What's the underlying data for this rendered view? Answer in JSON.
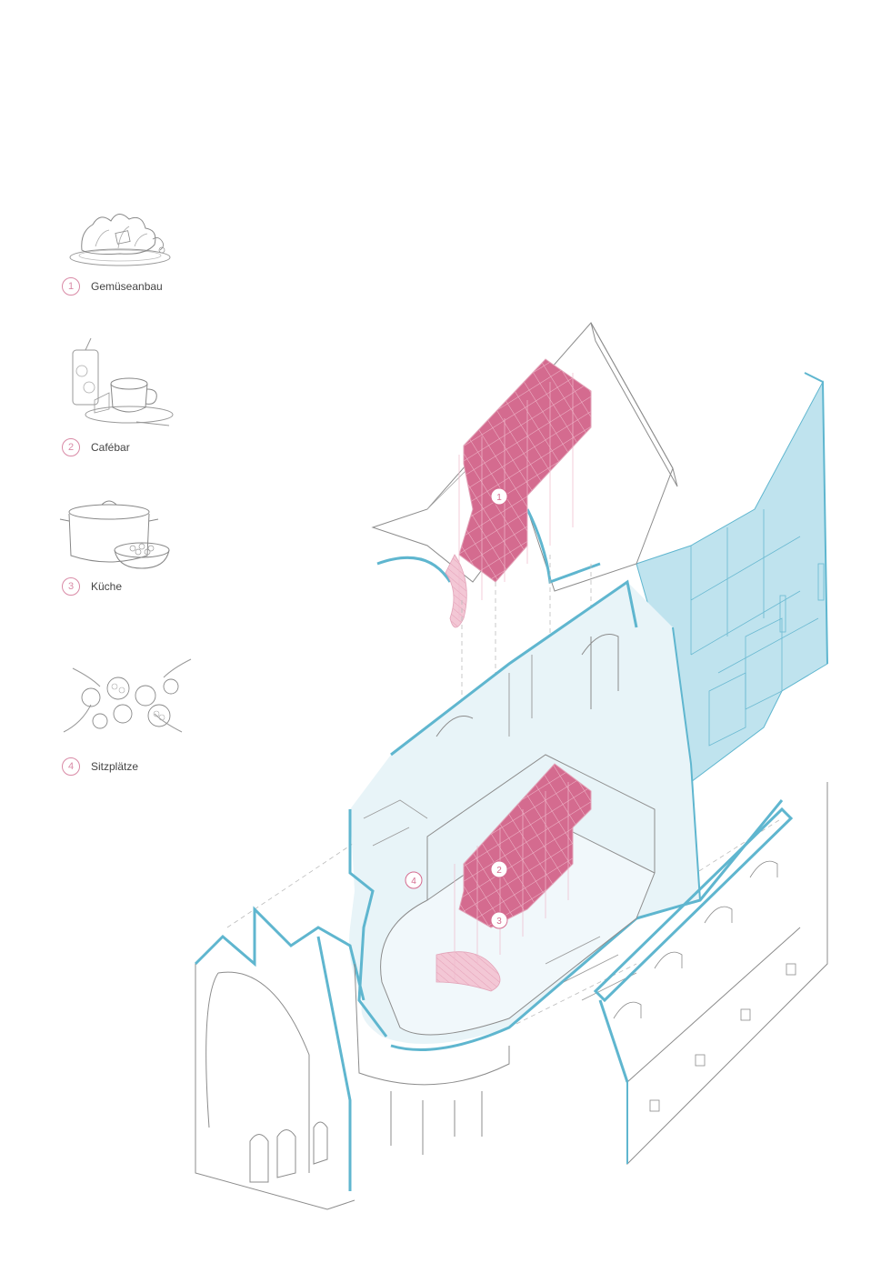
{
  "colors": {
    "accent_pink": "#d98aa6",
    "pink_fill": "#cf5f85",
    "blue_line": "#5fb6cf",
    "blue_fill": "#bfe3ee",
    "line_gray": "#9a9a9a"
  },
  "legend": [
    {
      "number": "1",
      "label": "Gemüseanbau",
      "icon": "lettuce-plate-icon"
    },
    {
      "number": "2",
      "label": "Cafébar",
      "icon": "coffee-cup-icon"
    },
    {
      "number": "3",
      "label": "Küche",
      "icon": "cooking-pot-icon"
    },
    {
      "number": "4",
      "label": "Sitzplätze",
      "icon": "dining-table-icon"
    }
  ],
  "markers": {
    "m1": "1",
    "m2": "2",
    "m3": "3",
    "m4": "4"
  }
}
